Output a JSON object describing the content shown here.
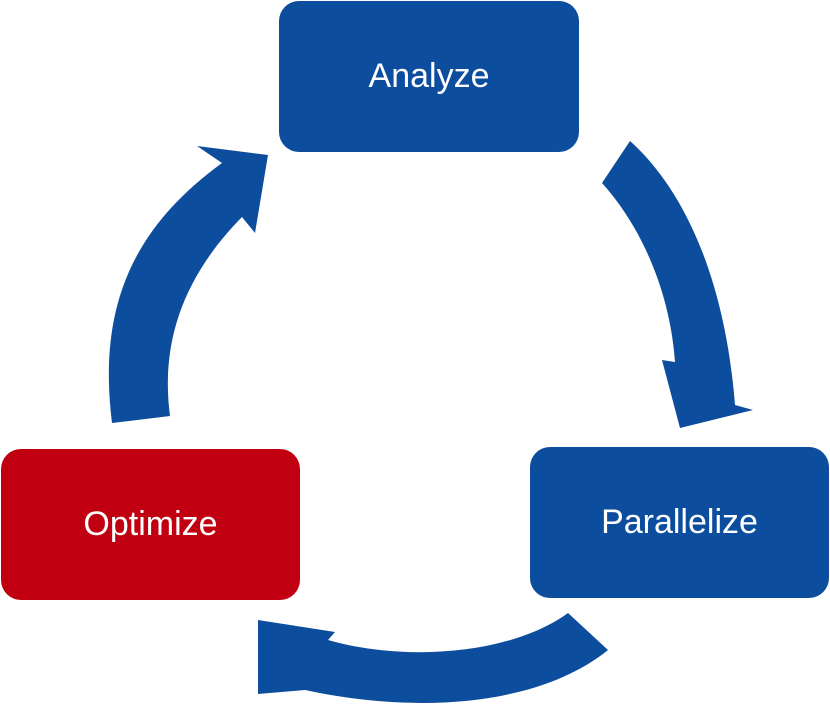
{
  "diagram": {
    "colors": {
      "primary_blue": "#0d4d9e",
      "accent_red": "#c00010",
      "text": "#ffffff"
    },
    "nodes": [
      {
        "id": "analyze",
        "label": "Analyze",
        "color": "#0d4d9e"
      },
      {
        "id": "parallelize",
        "label": "Parallelize",
        "color": "#0d4d9e"
      },
      {
        "id": "optimize",
        "label": "Optimize",
        "color": "#c00010"
      }
    ],
    "edges": [
      {
        "from": "analyze",
        "to": "parallelize",
        "style": "curved-arrow",
        "direction": "clockwise"
      },
      {
        "from": "parallelize",
        "to": "optimize",
        "style": "curved-arrow",
        "direction": "clockwise"
      },
      {
        "from": "optimize",
        "to": "analyze",
        "style": "curved-arrow",
        "direction": "clockwise"
      }
    ],
    "arrow_color": "#0d4d9e"
  }
}
